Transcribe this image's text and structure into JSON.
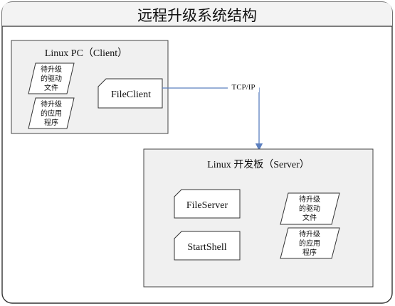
{
  "title": "远程升级系统结构",
  "client": {
    "label": "Linux PC（Client）",
    "docs": [
      {
        "lines": [
          "待升级",
          "的驱动",
          "文件"
        ]
      },
      {
        "lines": [
          "待升级",
          "的应用",
          "程序"
        ]
      }
    ],
    "program": "FileClient"
  },
  "connection": {
    "label": "TCP/IP"
  },
  "server": {
    "label": "Linux 开发板（Server）",
    "programs": [
      "FileServer",
      "StartShell"
    ],
    "docs": [
      {
        "lines": [
          "待升级",
          "的驱动",
          "文件"
        ]
      },
      {
        "lines": [
          "待升级",
          "的应用",
          "程序"
        ]
      }
    ]
  },
  "colors": {
    "frame_border": "#333333",
    "title_bar": "#f3f3f3",
    "box_fill": "#f0f0f0",
    "box_border": "#444444",
    "arrow": "#5b7fbf"
  }
}
